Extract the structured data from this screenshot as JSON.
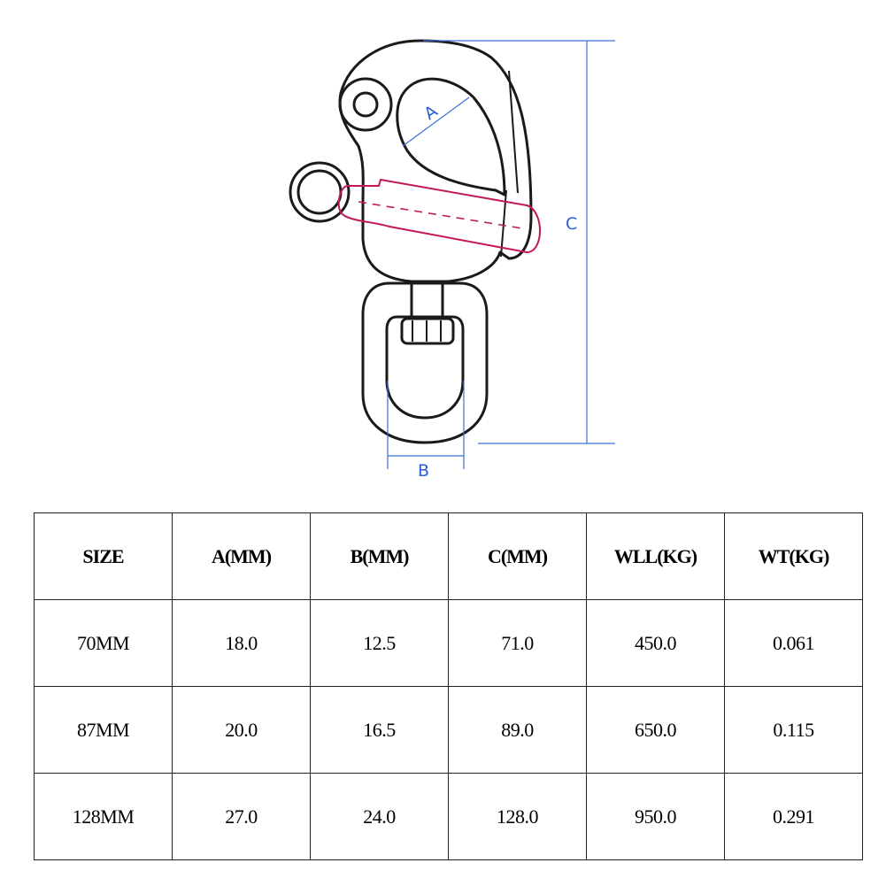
{
  "diagram": {
    "labels": {
      "a": "A",
      "b": "B",
      "c": "C"
    },
    "colors": {
      "outline": "#1a1a1a",
      "pin": "#c2185b",
      "dimension": "#3b6fd8"
    }
  },
  "table": {
    "headers": [
      "SIZE",
      "A(MM)",
      "B(MM)",
      "C(MM)",
      "WLL(KG)",
      "WT(KG)"
    ],
    "rows": [
      [
        "70MM",
        "18.0",
        "12.5",
        "71.0",
        "450.0",
        "0.061"
      ],
      [
        "87MM",
        "20.0",
        "16.5",
        "89.0",
        "650.0",
        "0.115"
      ],
      [
        "128MM",
        "27.0",
        "24.0",
        "128.0",
        "950.0",
        "0.291"
      ]
    ]
  }
}
